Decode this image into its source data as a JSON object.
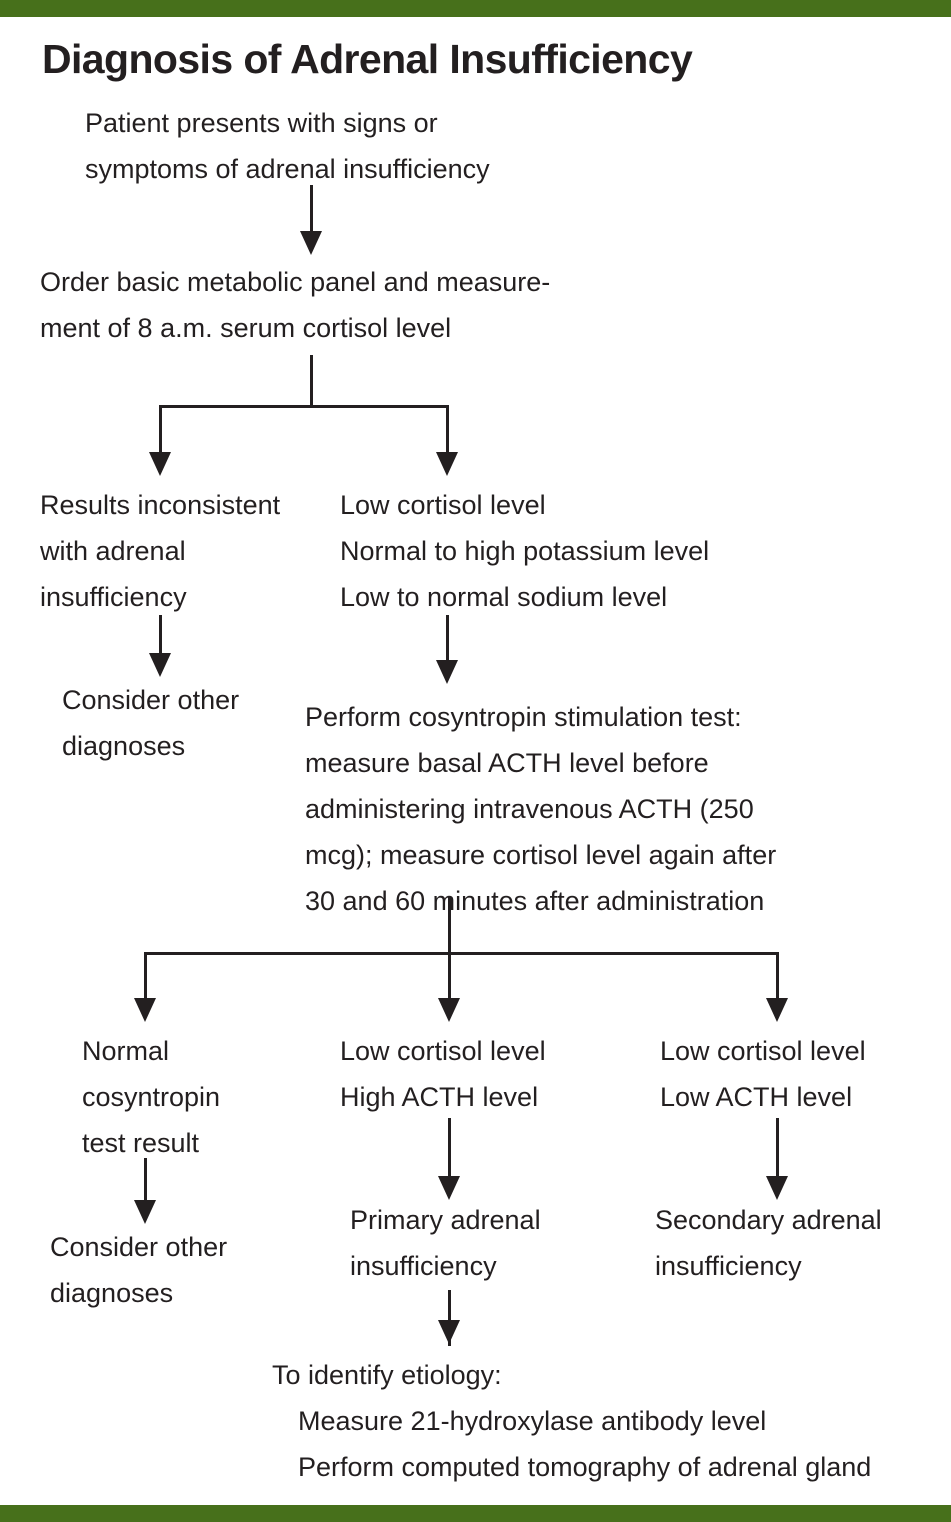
{
  "document": {
    "title": "Diagnosis of Adrenal Insufficiency",
    "accent_color": "#47701b",
    "text_color": "#231f20",
    "background_color": "#ffffff"
  },
  "flowchart": {
    "type": "decision-flowchart",
    "nodes": {
      "start": {
        "id": "start",
        "lines": [
          "Patient presents with signs or",
          "symptoms of adrenal insufficiency"
        ]
      },
      "initial_workup": {
        "id": "initial-workup",
        "lines": [
          "Order basic metabolic panel and measure-",
          "ment of 8 a.m. serum cortisol level"
        ]
      },
      "branch_inconsistent": {
        "id": "results-inconsistent",
        "lines": [
          "Results inconsistent",
          "with adrenal",
          "insufficiency"
        ]
      },
      "consider_other_left": {
        "id": "consider-other-diagnoses-upper",
        "lines": [
          "Consider other",
          "diagnoses"
        ]
      },
      "branch_low_cortisol": {
        "id": "low-cortisol-findings",
        "lines": [
          "Low cortisol level",
          "Normal to high potassium level",
          "Low to normal sodium level"
        ]
      },
      "cosyntropin_test": {
        "id": "cosyntropin-stimulation-test",
        "lines": [
          "Perform cosyntropin stimulation test:",
          "measure basal ACTH level before",
          "administering intravenous ACTH (250",
          "mcg); measure cortisol level again after",
          "30 and 60 minutes after administration"
        ]
      },
      "result_normal": {
        "id": "normal-cosyntropin-test-result",
        "lines": [
          "Normal",
          "cosyntropin",
          "test result"
        ]
      },
      "consider_other_bottom": {
        "id": "consider-other-diagnoses-lower",
        "lines": [
          "Consider other",
          "diagnoses"
        ]
      },
      "result_high_acth": {
        "id": "low-cortisol-high-acth",
        "lines": [
          "Low cortisol level",
          "High ACTH level"
        ]
      },
      "primary_ai": {
        "id": "primary-adrenal-insufficiency",
        "lines": [
          "Primary adrenal",
          "insufficiency"
        ]
      },
      "result_low_acth": {
        "id": "low-cortisol-low-acth",
        "lines": [
          "Low cortisol level",
          "Low ACTH level"
        ]
      },
      "secondary_ai": {
        "id": "secondary-adrenal-insufficiency",
        "lines": [
          "Secondary adrenal",
          "insufficiency"
        ]
      },
      "etiology": {
        "id": "identify-etiology",
        "heading": "To identify etiology:",
        "items": [
          "Measure 21-hydroxylase antibody level",
          "Perform computed tomography of adrenal gland"
        ]
      }
    }
  }
}
